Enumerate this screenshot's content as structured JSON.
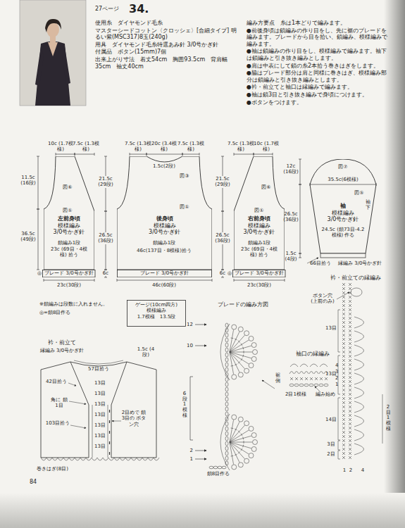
{
  "diagram": {
    "title": "34.",
    "nodes": [
      {
        "text": [
          "左前身頃",
          "模様編み",
          "3/0号かぎ針"
        ]
      },
      {
        "text": [
          "後身頃",
          "模様編み",
          "3/0号かぎ針"
        ]
      },
      {
        "text": [
          "右前身頃",
          "模様編み",
          "3/0号かぎ針"
        ]
      },
      {
        "text": [
          "袖",
          "模様編み",
          "3/0号かぎ針"
        ]
      },
      {
        "text": [
          "ゲージ(10cm四方)",
          "模様編み",
          "1.7模様　13.5段"
        ]
      },
      {
        "text": [
          "ブレード 3/0号かぎ針"
        ]
      },
      {
        "text": [
          "ブレード 3/0号かぎ針"
        ]
      },
      {
        "text": [
          "ブレード 3/0号かぎ針"
        ]
      }
    ],
    "labels": [
      "27ページ",
      "使用糸　ダイヤモンド毛糸",
      "マスターシードコットン〈クロッシェ〉[合細タイプ] 明るい紫(MSC317)8玉(240g)",
      "用具　ダイヤモンド毛糸特選あみ針 3/0号かぎ針",
      "付属品　ボタン(15mm)7個",
      "出来上がり寸法　着丈54cm　胸囲93.5cm　背肩幅35cm　袖丈40cm",
      "編み方要点　糸は1本どりで編みます。",
      "●前後身頃は鎖編みの作り目をし、先に裾のブレードを編みます。ブレードから目を拾い、鎖編み、模様編みで編みます。",
      "●袖は鎖編みの作り目をし、模様編みで編みます。袖下は鎖編みと引き抜き編みとします。",
      "●肩は中表にして鎖の糸2本拾う巻きはぎをします。",
      "●脇はブレード部分は肩と同様に巻きはぎ、模様編み部分は鎖編みと引き抜き編みとします。",
      "●衿・前立てと袖口は縁編みで編みます。",
      "●袖は鎖3目と引き抜き編みで身頃につけます。",
      "●ボタンをつけます。",
      "10c (1.7模様)",
      "7.5c (1.3模様)",
      "11.5c (16段)",
      "36.5c (49段)",
      "図⑥",
      "図①",
      "鎖編み1段",
      "23c (69目・4模様) 拾う",
      "21.5c (29段)",
      "26.5c (36段)",
      "6c",
      "◎",
      "23c(30段)",
      "7.5c (1.3模様)",
      "20c (3.4模様)",
      "7.5c (1.3模様)",
      "1.5c(2段)",
      "図③",
      "21.5c (29段)",
      "26.5c (36段)",
      "6c",
      "図①",
      "鎖編み1段",
      "46c(137目・8模様)拾う",
      "46c(60段)",
      "7.5c (1.3模様)",
      "10c (1.7模様)",
      "図⑥",
      "図①",
      "鎖編み1段",
      "23c (69目・4模様) 拾う",
      "◎",
      "23c(30段)",
      "12c (16段)",
      "図⑦",
      "35.5c(6模様)",
      "26.5c (36段)",
      "24.5c (鎖73目-4.2模様) 作る",
      "袖下",
      "図⑤",
      "1.5c (4段)",
      "66目拾う",
      "縁編み 3/0号かぎ針",
      "※鎖編みは段数に入れません。",
      "◎=鎖8目作る",
      "衿・前立て",
      "縁編み 3/0号かぎ針",
      "57目拾う",
      "1.5c (4段)",
      "42目拾う",
      "角に 鎖1目",
      "103目拾う",
      "13目",
      "13目",
      "13目",
      "13目",
      "13目",
      "13目",
      "13目",
      "2目めで 鎖3目の ボタン穴",
      "巻きはぎ(8目)",
      "ブレードの編み方図",
      "12",
      "10",
      "2",
      "1",
      "6段1模様",
      "裾側",
      "鎖8目作る",
      "袖口の縁編み",
      "4",
      "3",
      "2",
      "1",
      "2目1模様",
      "編み始め",
      "衿・前立ての縁編み",
      "ボタン穴 (上前のみ)",
      "13目",
      "13目",
      "14目",
      "3目",
      "2目",
      "2目1模様",
      "1",
      "2",
      "4",
      "84"
    ]
  }
}
